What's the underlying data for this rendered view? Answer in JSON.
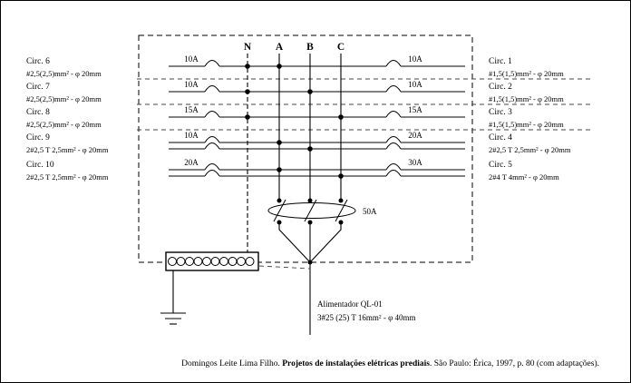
{
  "panel": {
    "bus_labels": {
      "n": "N",
      "a": "A",
      "b": "B",
      "c": "C"
    },
    "main_breaker": {
      "rating": "50A"
    },
    "feeder": {
      "line1": "Alimentador QL-01",
      "line2": "3#25 (25) T 16mm² - φ 40mm"
    },
    "left_circuits": [
      {
        "name": "Circ. 6",
        "spec": "#2,5(2,5)mm² - φ 20mm",
        "breaker": "10A"
      },
      {
        "name": "Circ. 7",
        "spec": "#2,5(2,5)mm² - φ 20mm",
        "breaker": "10A"
      },
      {
        "name": "Circ. 8",
        "spec": "#2,5(2,5)mm² - φ 20mm",
        "breaker": "15A"
      },
      {
        "name": "Circ. 9",
        "spec": "2#2,5 T 2,5mm² - φ 20mm",
        "breaker": "10A"
      },
      {
        "name": "Circ. 10",
        "spec": "2#2,5 T 2,5mm² - φ 20mm",
        "breaker": "20A"
      }
    ],
    "right_circuits": [
      {
        "name": "Circ. 1",
        "spec": "#1,5(1,5)mm² - φ 20mm",
        "breaker": "10A"
      },
      {
        "name": "Circ. 2",
        "spec": "#1,5(1,5)mm² - φ 20mm",
        "breaker": "10A"
      },
      {
        "name": "Circ. 3",
        "spec": "#1,5(1,5)mm² - φ 20mm",
        "breaker": "15A"
      },
      {
        "name": "Circ. 4",
        "spec": "2#2,5 T 2,5mm² - φ 20mm",
        "breaker": "20A"
      },
      {
        "name": "Circ. 5",
        "spec": "2#4 T 4mm² - φ 20mm",
        "breaker": "30A"
      }
    ]
  },
  "citation": {
    "prefix": "Domingos Leite Lima Filho. ",
    "title": "Projetos de instalações elétricas prediais",
    "suffix": ". São Paulo: Érica, 1997, p. 80 (com adaptações)."
  }
}
